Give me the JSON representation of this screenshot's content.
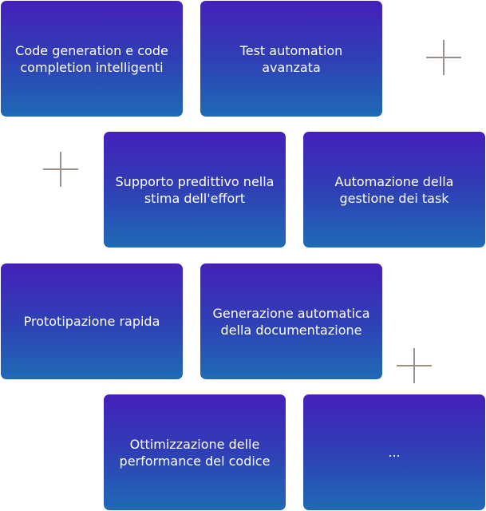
{
  "cards": [
    "Code generation e code completion intelligenti",
    "Test automation avanzata",
    "Supporto predittivo nella stima dell'effort",
    "Automazione della gestione dei task",
    "Prototipazione rapida",
    "Generazione automatica della documentazione",
    "Ottimizzazione delle performance del codice",
    "..."
  ]
}
